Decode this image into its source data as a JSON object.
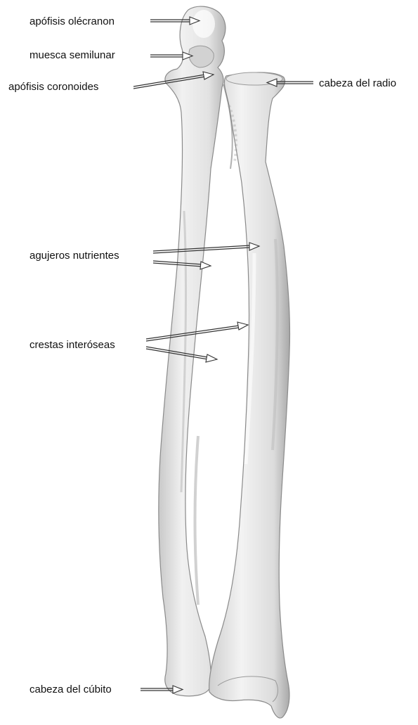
{
  "labels": {
    "olecranon": "apófisis olécranon",
    "semilunar": "muesca semilunar",
    "coronoides": "apófisis coronoides",
    "radio_head": "cabeza del radio",
    "nutrientes": "agujeros nutrientes",
    "crestas": "crestas interóseas",
    "cubito_head": "cabeza del cúbito"
  },
  "colors": {
    "bone_light": "#ececec",
    "bone_mid": "#d6d6d6",
    "bone_shadow": "#a9a9a9",
    "outline": "#8a8a8a",
    "text": "#111111"
  }
}
